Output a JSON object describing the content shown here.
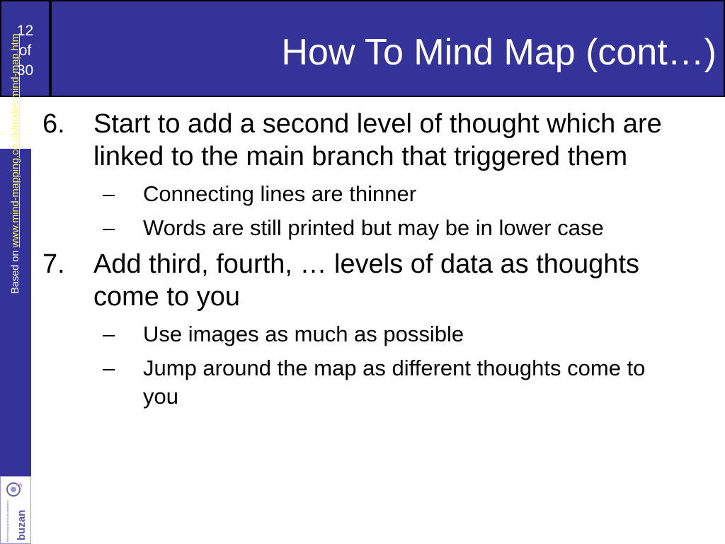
{
  "page_counter": {
    "current": "12",
    "of": "of",
    "total": "30"
  },
  "title": "How To Mind Map (cont…)",
  "side_note": {
    "prefix": "Based on ",
    "link_text": "www.mind-mapping.co.uk/make-mind-map.htm"
  },
  "logo": {
    "brand": "buzan",
    "tagline": "Mental training by the Buzan organisation"
  },
  "content": {
    "item6": {
      "number": "6.",
      "text": "Start to add a second level of thought which are linked to the main branch that triggered them",
      "sub1": {
        "dash": "–",
        "text": "Connecting lines are thinner"
      },
      "sub2": {
        "dash": "–",
        "text": "Words are still printed but may be in lower case"
      }
    },
    "item7": {
      "number": "7.",
      "text": "Add third, fourth, … levels of data as thoughts come to you",
      "sub1": {
        "dash": "–",
        "text": "Use images as much as possible"
      },
      "sub2": {
        "dash": "–",
        "text": "Jump around the map as different thoughts come to you"
      }
    }
  },
  "colors": {
    "header_bg": "#333399",
    "header_text": "#ffffff",
    "link": "#ffff66",
    "body_text": "#000000"
  }
}
